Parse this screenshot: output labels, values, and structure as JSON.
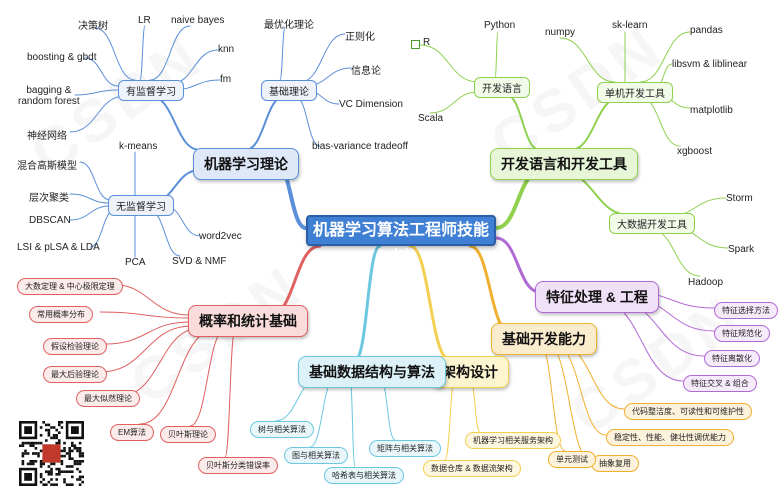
{
  "center": "机器学习算法工程师技能树",
  "colors": {
    "blue": "#5b8fd9",
    "green": "#8fd14f",
    "purple": "#b06ad6",
    "orange": "#f0b030",
    "red": "#e06060",
    "cyan": "#6cc7e0",
    "yellow": "#f2d050"
  },
  "branches": {
    "ml_theory": {
      "label": "机器学习理论",
      "supervised": {
        "label": "有监督学习",
        "items": [
          "决策树",
          "LR",
          "naive bayes",
          "boosting & gbdt",
          "knn",
          "bagging &\nrandom forest",
          "fm",
          "神经网络"
        ]
      },
      "basic_theory": {
        "label": "基础理论",
        "items": [
          "最优化理论",
          "正则化",
          "信息论",
          "VC Dimension",
          "bias-variance tradeoff"
        ]
      },
      "unsupervised": {
        "label": "无监督学习",
        "items": [
          "k-means",
          "混合高斯模型",
          "层次聚类",
          "DBSCAN",
          "LSI & pLSA & LDA",
          "PCA",
          "SVD & NMF",
          "word2vec"
        ]
      }
    },
    "dev": {
      "label": "开发语言和开发工具",
      "languages": {
        "label": "开发语言",
        "items": [
          "R",
          "Python",
          "Scala"
        ]
      },
      "single_tools": {
        "label": "单机开发工具",
        "items": [
          "numpy",
          "sk-learn",
          "pandas",
          "libsvm & liblinear",
          "matplotlib",
          "xgboost"
        ]
      },
      "big_data_tools": {
        "label": "大数据开发工具",
        "items": [
          "Storm",
          "Spark",
          "Hadoop"
        ]
      }
    },
    "feature": {
      "label": "特征处理 & 工程",
      "items": [
        "特征选择方法",
        "特征规范化",
        "特征离散化",
        "特征交叉 & 组合"
      ]
    },
    "basic_dev": {
      "label": "基础开发能力",
      "items": [
        "代码整洁度、可读性和可维护性",
        "稳定性、性能、健壮性调优能力",
        "抽象复用",
        "单元测试"
      ]
    },
    "architecture": {
      "label": "架构设计",
      "items": [
        "机器学习相关服务架构",
        "数据仓库 & 数据流架构"
      ]
    },
    "ds_algo": {
      "label": "基础数据结构与算法",
      "items": [
        "树与相关算法",
        "图与相关算法",
        "矩阵与相关算法",
        "哈希表与相关算法"
      ]
    },
    "prob_stats": {
      "label": "概率和统计基础",
      "items": [
        "大数定理 & 中心极限定理",
        "常用概率分布",
        "假设检验理论",
        "最大后验理论",
        "最大似然理论",
        "EM算法",
        "贝叶斯理论",
        "贝叶斯分类错误率"
      ]
    }
  },
  "watermark": "CSDN"
}
